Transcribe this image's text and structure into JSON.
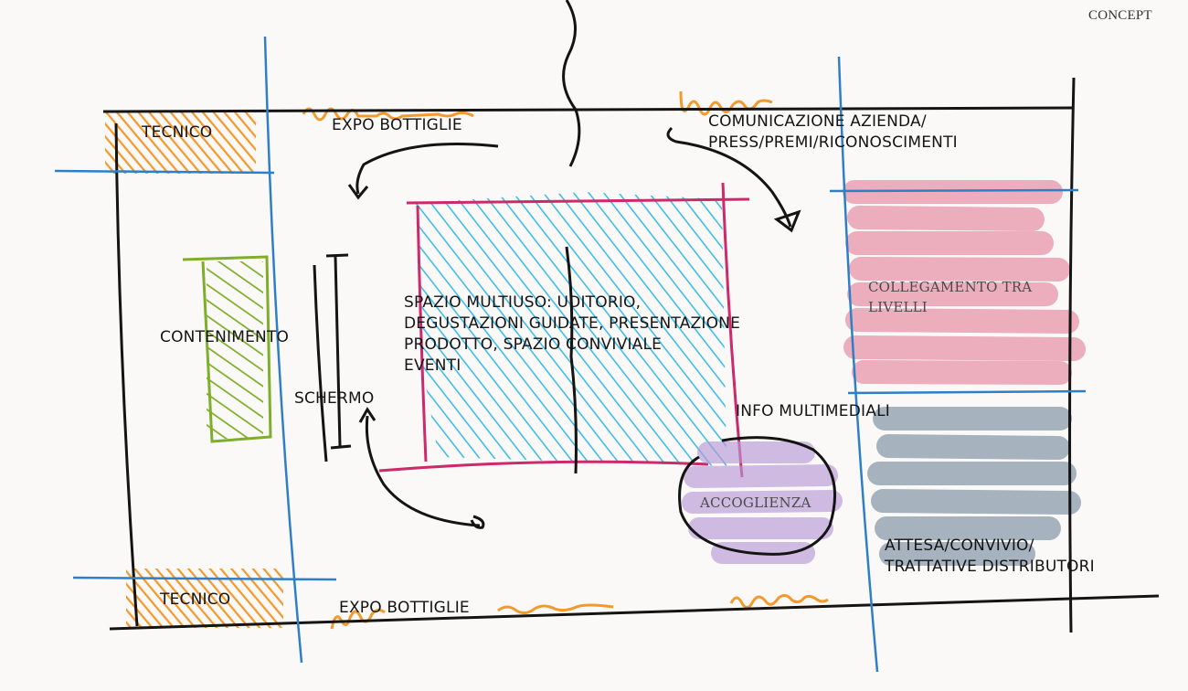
{
  "concept": "CONCEPT",
  "labels": {
    "tecnico_top": "TECNICO",
    "expo_top": "EXPO BOTTIGLIE",
    "comunicazione": "COMUNICAZIONE AZIENDA/\nPRESS/PREMI/RICONOSCIMENTI",
    "collegamento": "COLLEGAMENTO TRA\nLIVELLI",
    "contenimento": "CONTENIMENTO",
    "spazio": "SPAZIO MULTIUSO: UDITORIO,\nDEGUSTAZIONI GUIDATE, PRESENTAZIONE\nPRODOTTO, SPAZIO CONVIVIALE\nEVENTI",
    "schermo": "SCHERMO",
    "info": "INFO MULTIMEDIALI",
    "accoglienza": "ACCOGLIENZA",
    "attesa": "ATTESA/CONVIVIO/\nTRATTATIVE DISTRIBUTORI",
    "tecnico_bottom": "TECNICO",
    "expo_bottom": "EXPO BOTTIGLIE"
  },
  "colors": {
    "ink": "#141414",
    "orange": "#f39a2e",
    "blue_lines": "#2f7fc8",
    "cyan_hatch": "#29b6e6",
    "magenta": "#cc2a6a",
    "green": "#7fae2a",
    "pink": "#e0708f",
    "purple": "#b89ad6",
    "slate": "#6f8499"
  }
}
